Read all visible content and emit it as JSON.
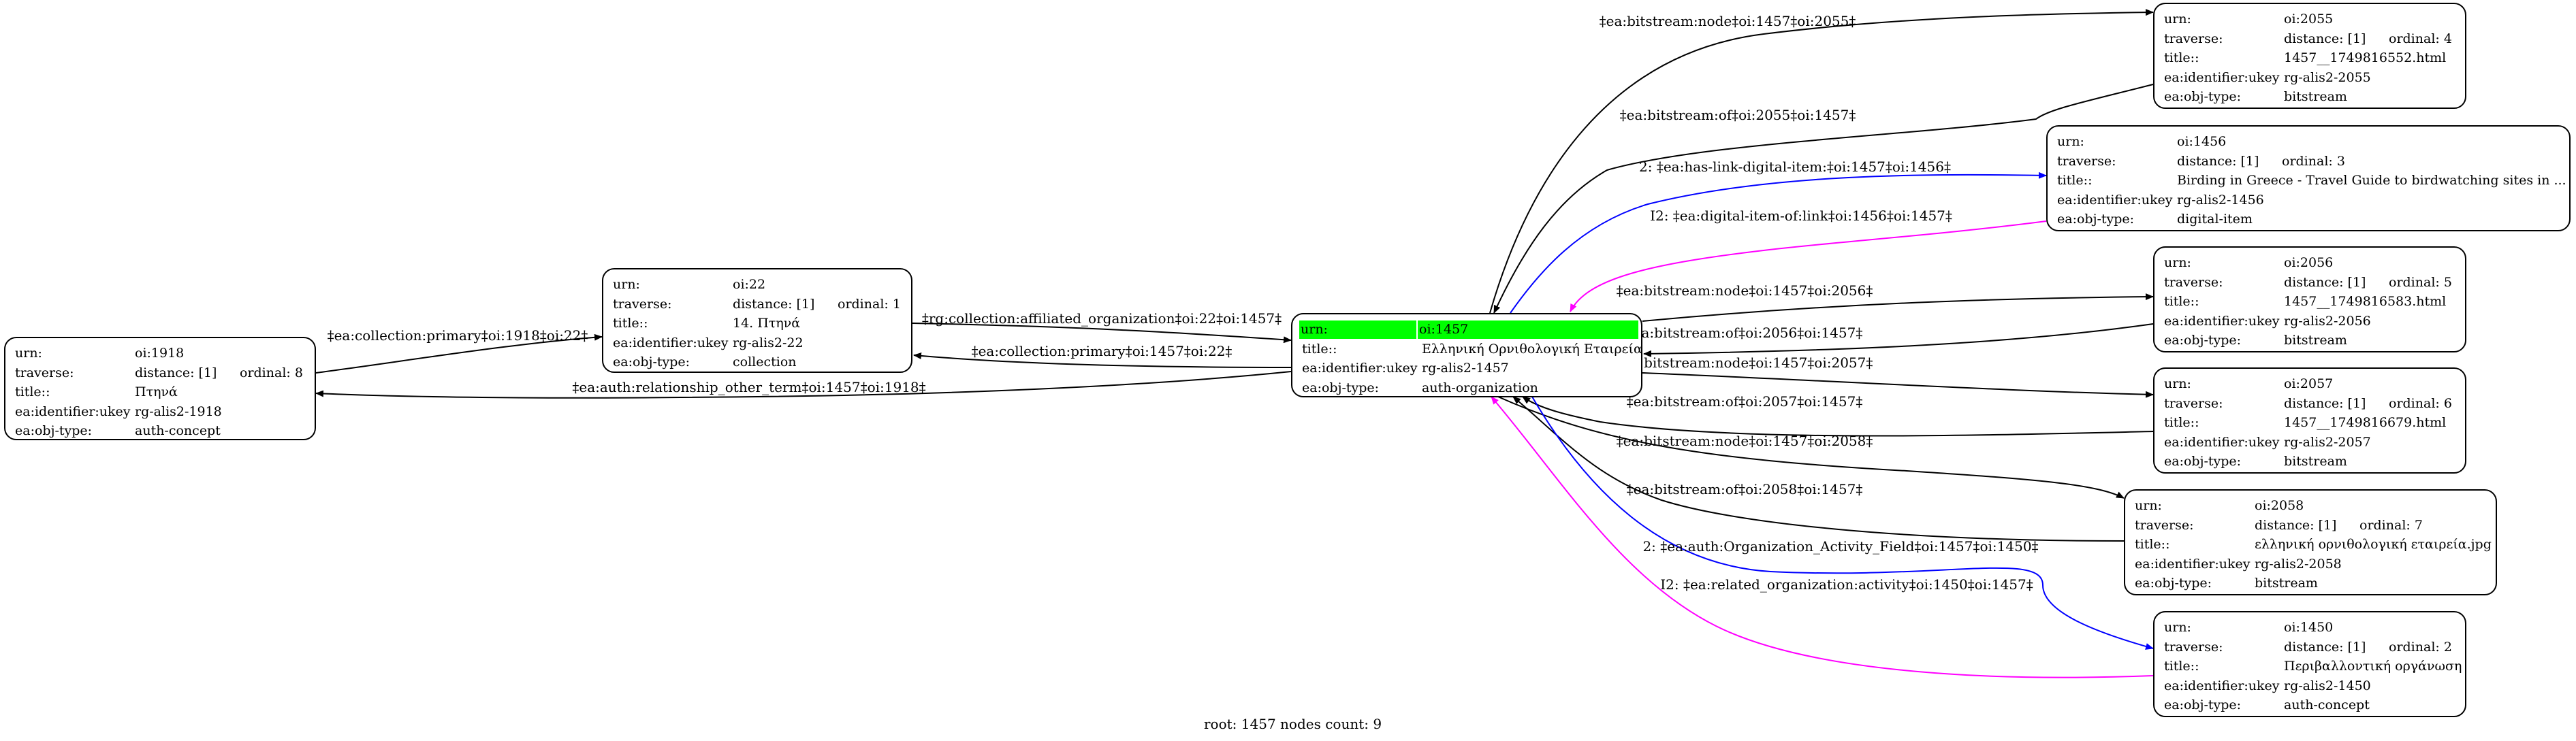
{
  "nodes": {
    "n1918": {
      "urn_key": "urn:",
      "urn": "oi:1918",
      "traverse_key": "traverse:",
      "distance": "distance: [1]",
      "ordinal": "ordinal: 8",
      "title_key": "title::",
      "title": "Πτηνά",
      "ukey_key": "ea:identifier:ukey",
      "ukey": "rg-alis2-1918",
      "type_key": "ea:obj-type:",
      "type": "auth-concept"
    },
    "n22": {
      "urn_key": "urn:",
      "urn": "oi:22",
      "traverse_key": "traverse:",
      "distance": "distance: [1]",
      "ordinal": "ordinal: 1",
      "title_key": "title::",
      "title": "14. Πτηνά",
      "ukey_key": "ea:identifier:ukey",
      "ukey": "rg-alis2-22",
      "type_key": "ea:obj-type:",
      "type": "collection"
    },
    "n1457": {
      "urn_key": "urn:",
      "urn": "oi:1457",
      "title_key": "title::",
      "title": "Ελληνική Ορνιθολογική Εταιρεία",
      "ukey_key": "ea:identifier:ukey",
      "ukey": "rg-alis2-1457",
      "type_key": "ea:obj-type:",
      "type": "auth-organization"
    },
    "n2055": {
      "urn_key": "urn:",
      "urn": "oi:2055",
      "traverse_key": "traverse:",
      "distance": "distance: [1]",
      "ordinal": "ordinal: 4",
      "title_key": "title::",
      "title": "1457__1749816552.html",
      "ukey_key": "ea:identifier:ukey",
      "ukey": "rg-alis2-2055",
      "type_key": "ea:obj-type:",
      "type": "bitstream"
    },
    "n1456": {
      "urn_key": "urn:",
      "urn": "oi:1456",
      "traverse_key": "traverse:",
      "distance": "distance: [1]",
      "ordinal": "ordinal: 3",
      "title_key": "title::",
      "title": "Birding in Greece - Travel Guide to birdwatching sites in ...",
      "ukey_key": "ea:identifier:ukey",
      "ukey": "rg-alis2-1456",
      "type_key": "ea:obj-type:",
      "type": "digital-item"
    },
    "n2056": {
      "urn_key": "urn:",
      "urn": "oi:2056",
      "traverse_key": "traverse:",
      "distance": "distance: [1]",
      "ordinal": "ordinal: 5",
      "title_key": "title::",
      "title": "1457__1749816583.html",
      "ukey_key": "ea:identifier:ukey",
      "ukey": "rg-alis2-2056",
      "type_key": "ea:obj-type:",
      "type": "bitstream"
    },
    "n2057": {
      "urn_key": "urn:",
      "urn": "oi:2057",
      "traverse_key": "traverse:",
      "distance": "distance: [1]",
      "ordinal": "ordinal: 6",
      "title_key": "title::",
      "title": "1457__1749816679.html",
      "ukey_key": "ea:identifier:ukey",
      "ukey": "rg-alis2-2057",
      "type_key": "ea:obj-type:",
      "type": "bitstream"
    },
    "n2058": {
      "urn_key": "urn:",
      "urn": "oi:2058",
      "traverse_key": "traverse:",
      "distance": "distance: [1]",
      "ordinal": "ordinal: 7",
      "title_key": "title::",
      "title": "ελληνική ορνιθολογική εταιρεία.jpg",
      "ukey_key": "ea:identifier:ukey",
      "ukey": "rg-alis2-2058",
      "type_key": "ea:obj-type:",
      "type": "bitstream"
    },
    "n1450": {
      "urn_key": "urn:",
      "urn": "oi:1450",
      "traverse_key": "traverse:",
      "distance": "distance: [1]",
      "ordinal": "ordinal: 2",
      "title_key": "title::",
      "title": "Περιβαλλοντική οργάνωση",
      "ukey_key": "ea:identifier:ukey",
      "ukey": "rg-alis2-1450",
      "type_key": "ea:obj-type:",
      "type": "auth-concept"
    }
  },
  "edges": [
    {
      "id": "e1",
      "label": "‡ea:bitstream:node‡oi:1457‡oi:2055‡",
      "color": "#000000"
    },
    {
      "id": "e2",
      "label": "‡ea:bitstream:of‡oi:2055‡oi:1457‡",
      "color": "#000000"
    },
    {
      "id": "e3",
      "label": "2: ‡ea:has-link-digital-item:‡oi:1457‡oi:1456‡",
      "color": "#0000ff"
    },
    {
      "id": "e4",
      "label": "I2: ‡ea:digital-item-of:link‡oi:1456‡oi:1457‡",
      "color": "#ff00ff"
    },
    {
      "id": "e5",
      "label": "‡ea:bitstream:node‡oi:1457‡oi:2056‡",
      "color": "#000000"
    },
    {
      "id": "e6",
      "label": "‡ea:bitstream:of‡oi:2056‡oi:1457‡",
      "color": "#000000"
    },
    {
      "id": "e7",
      "label": "‡ea:bitstream:node‡oi:1457‡oi:2057‡",
      "color": "#000000"
    },
    {
      "id": "e8",
      "label": "‡ea:bitstream:of‡oi:2057‡oi:1457‡",
      "color": "#000000"
    },
    {
      "id": "e9",
      "label": "‡ea:bitstream:node‡oi:1457‡oi:2058‡",
      "color": "#000000"
    },
    {
      "id": "e10",
      "label": "‡ea:bitstream:of‡oi:2058‡oi:1457‡",
      "color": "#000000"
    },
    {
      "id": "e11",
      "label": "2: ‡ea:auth:Organization_Activity_Field‡oi:1457‡oi:1450‡",
      "color": "#0000ff"
    },
    {
      "id": "e12",
      "label": "I2: ‡ea:related_organization:activity‡oi:1450‡oi:1457‡",
      "color": "#ff00ff"
    },
    {
      "id": "e13",
      "label": "‡rg:collection:affiliated_organization‡oi:22‡oi:1457‡",
      "color": "#000000"
    },
    {
      "id": "e14",
      "label": "‡ea:collection:primary‡oi:1457‡oi:22‡",
      "color": "#000000"
    },
    {
      "id": "e15",
      "label": "‡ea:auth:relationship_other_term‡oi:1457‡oi:1918‡",
      "color": "#000000"
    },
    {
      "id": "e16",
      "label": "‡ea:collection:primary‡oi:1918‡oi:22‡",
      "color": "#000000"
    }
  ],
  "colors": {
    "root_highlight": "#00ff00",
    "blue_edge": "#0000ff",
    "magenta_edge": "#ff00ff"
  },
  "footer": "root: 1457 nodes count: 9"
}
